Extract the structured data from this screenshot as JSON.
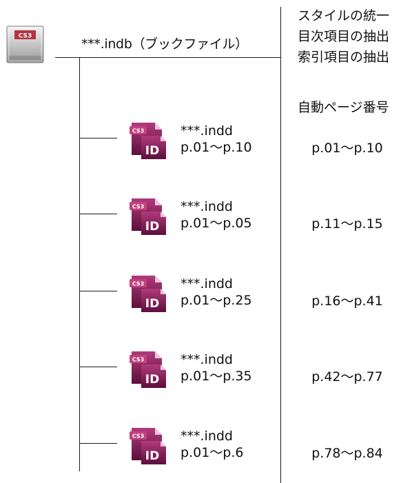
{
  "book": {
    "icon_badge": "CS3",
    "icon": "indesign-book-icon",
    "label": "***.indb（ブックファイル）"
  },
  "features": {
    "line1": "スタイルの統一",
    "line2": "目次項目の抽出",
    "line3": "索引項目の抽出",
    "line4": "自動ページ番号"
  },
  "documents": [
    {
      "name": "***.indd",
      "pages": "p.01～p.10",
      "book_pages": "p.01～p.10",
      "icon_badge": "CS3",
      "icon_letters": "ID"
    },
    {
      "name": "***.indd",
      "pages": "p.01～p.05",
      "book_pages": "p.11～p.15",
      "icon_badge": "CS3",
      "icon_letters": "ID"
    },
    {
      "name": "***.indd",
      "pages": "p.01～p.25",
      "book_pages": "p.16～p.41",
      "icon_badge": "CS3",
      "icon_letters": "ID"
    },
    {
      "name": "***.indd",
      "pages": "p.01～p.35",
      "book_pages": "p.42～p.77",
      "icon_badge": "CS3",
      "icon_letters": "ID"
    },
    {
      "name": "***.indd",
      "pages": "p.01～p.6",
      "book_pages": "p.78～p.84",
      "icon_badge": "CS3",
      "icon_letters": "ID"
    }
  ],
  "colors": {
    "indesign_magenta": "#8c1d5c",
    "indesign_magenta_dark": "#5c0f3b",
    "book_badge_red": "#b2353f",
    "line": "#1a1a1a"
  }
}
